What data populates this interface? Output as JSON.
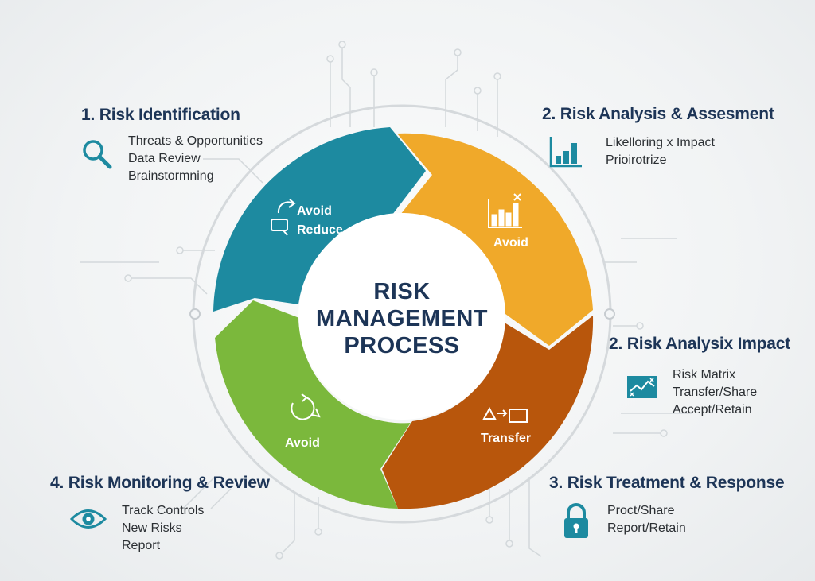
{
  "center": {
    "line1": "RISK",
    "line2": "MANAGEMENT",
    "line3": "PROCESS"
  },
  "segments": {
    "teal": {
      "label1": "Avoid",
      "label2": "Reduce",
      "color": "#1d8aa0"
    },
    "yellow": {
      "label1": "Avoid",
      "color": "#f0a92a"
    },
    "orange": {
      "label1": "Transfer",
      "color": "#b8560c"
    },
    "green": {
      "label1": "Avoid",
      "color": "#7bb83c"
    }
  },
  "steps": {
    "identification": {
      "title": "1. Risk Identification",
      "items": [
        "Threats & Opportunities",
        "Data Review",
        "Brainstormning"
      ],
      "icon": "magnifier-icon"
    },
    "analysis": {
      "title": "2. Risk Analysis & Assesment",
      "items": [
        "Likelloring x Impact",
        "Prioirotrize"
      ],
      "icon": "bar-chart-icon"
    },
    "impact": {
      "title": "2. Risk Analysix Impact",
      "items": [
        "Risk Matrix",
        "Transfer/Share",
        "Accept/Retain"
      ],
      "icon": "line-chart-icon"
    },
    "treatment": {
      "title": "3. Risk Treatment & Response",
      "items": [
        "Proct/Share",
        "Report/Retain"
      ],
      "icon": "padlock-icon"
    },
    "monitoring": {
      "title": "4. Risk Monitoring & Review",
      "items": [
        "Track Controls",
        "New Risks",
        "Report"
      ],
      "icon": "eye-icon"
    }
  },
  "colors": {
    "heading": "#1d3557",
    "teal_icon": "#1d8aa0",
    "ring": "#d5d9dc"
  }
}
